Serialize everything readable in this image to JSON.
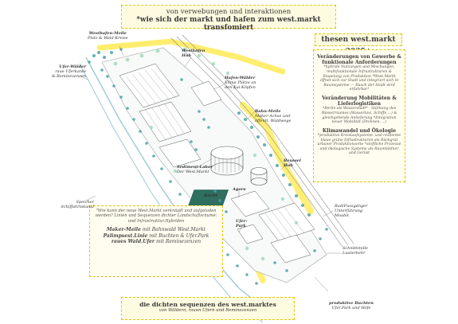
{
  "header": {
    "line1": "von verwebungen und interaktionen",
    "line2": "*wie sich der markt und hafen zum west.markt transfomiert"
  },
  "thesen": {
    "title": "thesen west.markt 2035+",
    "sections": [
      {
        "heading": "Veränderungen von Gewerbe & funktionale Anforderungen",
        "body": "*hybride Nutzungen und Mischungen, multifunktionale Infrastrukturen & Stapelung von Produktion *West.Markt öffnet sich zur Stadt und integriert sich in Raumsysteme — Busch der Stadt wird erfahrbar!"
      },
      {
        "heading": "Veränderung Mobilitäten & Lieferlogistiken",
        "body": "*Berlin als Wasserstadt* - Stärkung des Wasserraumes (Wassertaxi, Schiffe,...) & gleichgehende Anlieferung *Integration neuer Mobilität (Drohnen, ...)"
      },
      {
        "heading": "Klimawandel und Ökologie",
        "body": "*produktive Kreislaufsysteme- und resiliente blaue grüne Infrastrukturen als Rückgrat urbaner Produktionsorte *stoffliche Prozesse und ökologische Systeme als Raumbildner und Gerüst"
      }
    ]
  },
  "left_panel": {
    "question": "\"Wie kann der neue West.Markt verknüpft und aufgeladen werden? Linien und Sequenzen dichter Landschaftsräume: und Infrastruktur.Hybriden",
    "items": [
      {
        "bold": "Maker-Meile",
        "rest": " mit Bahnwald West.Markt"
      },
      {
        "bold": "Palimpsest.Linie",
        "rest": " mit Buchten & Ufer.Park"
      },
      {
        "bold": "raues Wald.Ufer",
        "rest": " mit Reminezenzen"
      }
    ]
  },
  "bottom": {
    "line1": "die dichten sequenzen des west.marktes",
    "line2": "von Wäldern, rauen Ufern und Reminezenzen"
  },
  "map_labels": {
    "westhafen_meile": [
      "Westhafen-Meile",
      "Platz & Wald-Kreise"
    ],
    "ufer_waelder": [
      "Ufer-Wälder",
      "raue Uferkante",
      "& Reminezenzen"
    ],
    "westhafen_hub": [
      "Westhafen",
      "Hub"
    ],
    "hafen_waelder": [
      "Hafen-Wälder",
      "Klima Plätze an",
      "den Kai-Köpfen"
    ],
    "bahn_meile": [
      "Bahn-Meile",
      "Maker-Achse und",
      "öffentl. Waldwege"
    ],
    "sediment_labor": [
      "Sediment-Labor",
      "Der West.Markt"
    ],
    "beussel_hub": [
      "Beussel",
      "Hub"
    ],
    "agora": "Agora",
    "bucht": "Bucht",
    "speicher": [
      "Speicher",
      "Schiffahrtskanal"
    ],
    "ufer_park": [
      "Ufer-",
      "Park"
    ],
    "rad_fussgaenger": [
      "Rad/Fussgänger",
      "Unterführung",
      "Moabit"
    ],
    "schnittstelle": [
      "Schnittstelle",
      "Lauterkehr"
    ],
    "produktive_buchten": [
      "produktive Buchten",
      "Ufer.Park und Höfe"
    ]
  },
  "colors": {
    "accent_yellow": "#ffe94a",
    "border_yellow": "#e2c400",
    "teal": "#4aa3a3",
    "green": "#6fbf8f"
  }
}
